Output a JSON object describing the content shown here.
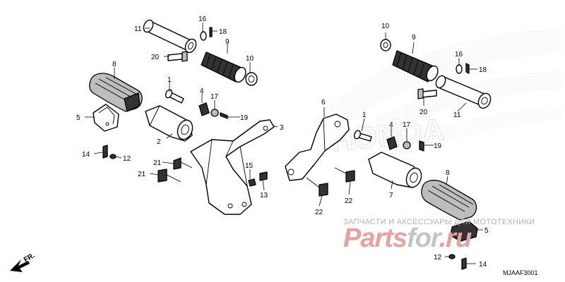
{
  "diagram": {
    "callouts": {
      "c1a": "1",
      "c2": "2",
      "c3": "3",
      "c4a": "4",
      "c5a": "5",
      "c6": "6",
      "c7": "7",
      "c8a": "8",
      "c9a": "9",
      "c10a": "10",
      "c11a": "11",
      "c12a": "12",
      "c13": "13",
      "c14a": "14",
      "c15": "15",
      "c16a": "16",
      "c17a": "17",
      "c18a": "18",
      "c19a": "19",
      "c20a": "20",
      "c21a": "21",
      "c21b": "21",
      "c22a": "22",
      "c22b": "22",
      "c1b": "1",
      "c4b": "4",
      "c5b": "5",
      "c8b": "8",
      "c9b": "9",
      "c10b": "10",
      "c11b": "11",
      "c12b": "12",
      "c14b": "14",
      "c16b": "16",
      "c17b": "17",
      "c18b": "18",
      "c19b": "19",
      "c20b": "20"
    },
    "direction_label": "FR.",
    "diagram_code": "MJAAF3001"
  },
  "watermark": {
    "caption": "ЗАПЧАСТИ И АКСЕССУАРЫ ДЛЯ МОТОТЕХНИКИ",
    "brand_part1": "Parts",
    "brand_part2": "for",
    "brand_part3": ".ru",
    "brand_color_red": "#e8a0a0",
    "brand_color_gray": "#c4c4c4",
    "honda_text": "HONDA"
  }
}
